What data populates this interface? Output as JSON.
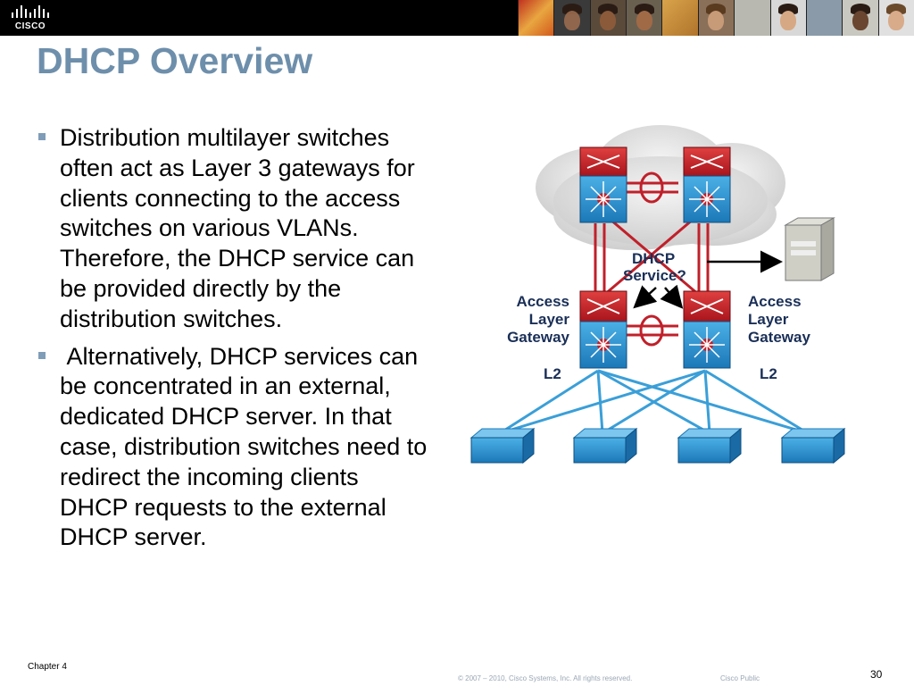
{
  "header": {
    "logo_text": "CISCO",
    "brand_color": "#000000"
  },
  "slide": {
    "title": "DHCP Overview",
    "title_color": "#6e8fab",
    "bullets": [
      "Distribution multilayer switches often act as Layer 3 gateways for clients connecting to the access switches on various VLANs. Therefore, the DHCP service can be provided directly by the distribution switches.",
      " Alternatively, DHCP services can be concentrated in an external, dedicated DHCP server. In that case, distribution switches need to redirect the incoming clients DHCP requests to the external DHCP server."
    ]
  },
  "diagram": {
    "dhcp_label_line1": "DHCP",
    "dhcp_label_line2": "Service?",
    "left_label": [
      "Access",
      "Layer",
      "Gateway"
    ],
    "right_label": [
      "Access",
      "Layer",
      "Gateway"
    ],
    "l2_left": "L2",
    "l2_right": "L2",
    "link_color": "#3a9fd8",
    "red_link_color": "#c0202a"
  },
  "footer": {
    "chapter": "Chapter 4",
    "copyright": "© 2007 – 2010, Cisco Systems, Inc. All rights reserved.",
    "classification": "Cisco Public",
    "page_number": "30"
  }
}
